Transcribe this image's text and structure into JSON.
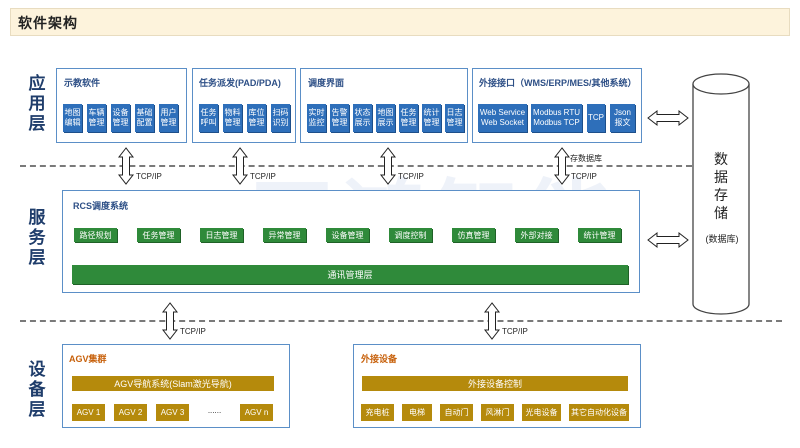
{
  "header": {
    "title": "软件架构"
  },
  "layers": {
    "app": "应用层",
    "service": "服务层",
    "device": "设备层"
  },
  "app_panels": [
    {
      "title": "示教软件",
      "items": [
        "地图编辑",
        "车辆管理",
        "设备管理",
        "基础配置",
        "用户管理"
      ]
    },
    {
      "title": "任务派发(PAD/PDA)",
      "items": [
        "任务呼叫",
        "物料管理",
        "库位管理",
        "扫码识别"
      ]
    },
    {
      "title": "调度界面",
      "items": [
        "实时监控",
        "告警管理",
        "状态展示",
        "地图展示",
        "任务管理",
        "统计管理",
        "日志管理"
      ]
    },
    {
      "title": "外接接口（WMS/ERP/MES/其他系统）",
      "items": [
        "Web Service Web Socket",
        "Modbus RTU Modbus TCP",
        "TCP",
        "Json 报文"
      ]
    }
  ],
  "rcs": {
    "title": "RCS调度系统",
    "items": [
      "路径规划",
      "任务管理",
      "日志管理",
      "异常管理",
      "设备管理",
      "调度控制",
      "仿真管理",
      "外部对接",
      "统计管理"
    ],
    "comm_bar": "通讯管理层"
  },
  "agv": {
    "title": "AGV集群",
    "nav_bar": "AGV导航系统(Slam激光导航)",
    "items": [
      "AGV 1",
      "AGV 2",
      "AGV 3",
      "......",
      "AGV n"
    ]
  },
  "external": {
    "title": "外接设备",
    "control_bar": "外接设备控制",
    "items": [
      "充电桩",
      "电梯",
      "自动门",
      "风淋门",
      "光电设备",
      "其它自动化设备"
    ]
  },
  "storage": {
    "label_chars": [
      "数",
      "据",
      "存",
      "储"
    ],
    "sub": "(数据库)"
  },
  "protocols": {
    "tcp": "TCP/IP",
    "store_db": "存数据库"
  },
  "watermark": "司鸿智能",
  "colors": {
    "panel_border": "#5b8fc7",
    "blue_button": "#2e6fba",
    "green_button": "#2f8a3a",
    "gold_button": "#b58a0c",
    "title_bg": "#fdf3dc"
  }
}
